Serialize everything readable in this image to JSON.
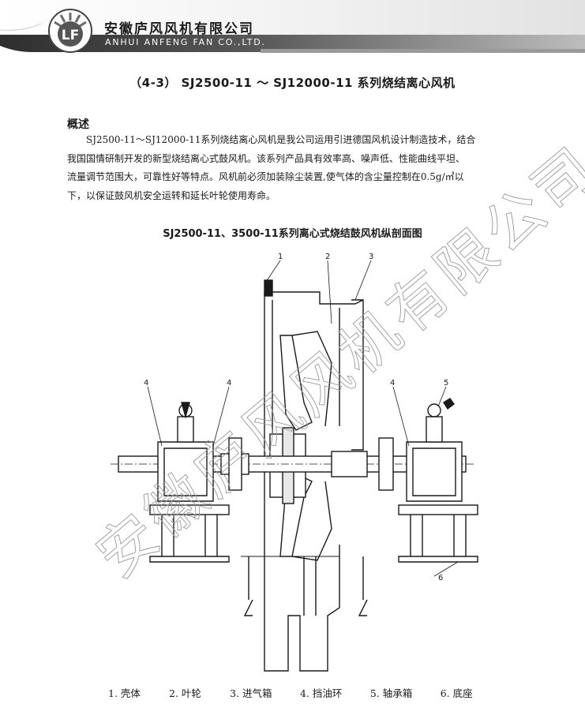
{
  "header": {
    "company_cn": "安徽庐风风机有限公司",
    "company_en": "ANHUI ANFENG FAN CO.,LTD.",
    "logo_text": "LF"
  },
  "section_title": "（4-3）  SJ2500-11 ～ SJ12000-11 系列烧结离心风机",
  "overview": {
    "heading": "概述",
    "lines": [
      "SJ2500-11～SJ12000-11系列烧结离心风机是我公司运用引进德国风机设计制造技术，结合",
      "我国国情研制开发的新型烧结离心式鼓风机。该系列产品具有效率高、噪声低、性能曲线平坦、",
      "流量调节范围大，可靠性好等特点。风机前必须加装除尘装置,使气体的含尘量控制在0.5g/㎥以",
      "下，以保证鼓风机安全运转和延长叶轮使用寿命。"
    ]
  },
  "figure": {
    "title": "SJ2500-11、3500-11系列离心式烧结鼓风机纵剖面图",
    "callouts": [
      "1",
      "2",
      "3",
      "4",
      "4",
      "4",
      "5",
      "6"
    ]
  },
  "captions": [
    "1. 壳体",
    "2. 叶轮",
    "3. 进气箱",
    "4. 挡油环",
    "5. 轴承箱",
    "6. 底座"
  ],
  "watermark": "安徽庐风风机有限公司",
  "colors": {
    "header_dark": "#3a3a3a",
    "header_light": "#d9d9d9",
    "line": "#1a1a1a"
  }
}
